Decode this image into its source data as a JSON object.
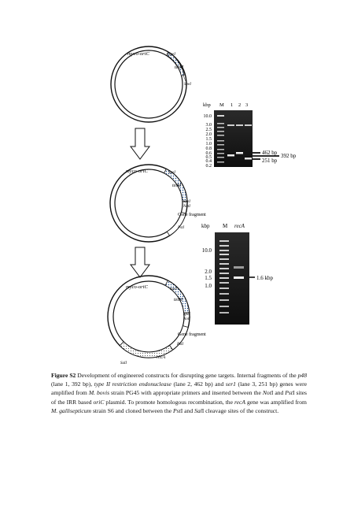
{
  "plasmids": [
    {
      "ori": "myco-oriC",
      "marker": "tetM",
      "sites": [
        "SpeI",
        "SpeI"
      ]
    },
    {
      "ori": "myco-oriC",
      "marker": "tetM",
      "sites": [
        "SpeI",
        "SpeI",
        "NotI",
        "PstI"
      ],
      "insert": "Gene fragment"
    },
    {
      "ori": "myco-oriC",
      "marker": "tetM",
      "sites": [
        "SpeI",
        "SpeI",
        "NotI",
        "PstI",
        "SalI"
      ],
      "insert": "Gene fragment",
      "second_insert": "recA"
    }
  ],
  "gel1": {
    "unit": "kbp",
    "lanes": [
      "M",
      "1",
      "2",
      "3"
    ],
    "ladder": [
      "10.0",
      "3.0",
      "2.5",
      "2.0",
      "1.5",
      "1.0",
      "0.8",
      "0.6",
      "0.5",
      "0.4",
      "0.2"
    ],
    "bands": [
      "462 bp",
      "392 bp",
      "251 bp"
    ]
  },
  "gel2": {
    "unit": "kbp",
    "lanes": [
      "M",
      "recA"
    ],
    "ladder": [
      "10.0",
      "2.0",
      "1.5",
      "1.0"
    ],
    "band": "1.6 kbp"
  },
  "caption": {
    "label": "Figure S2",
    "text_1": " Development of engineered constructs for disrupting gene targets. Internal fragments of the ",
    "gene_p48": "p48",
    "text_2": " (lane 1, 392 bp), ",
    "gene_type2": "type II restriction endonuclease",
    "text_3": " (lane 2, 462 bp) and ",
    "gene_ser1": "ser1",
    "text_4": " (lane 3, 251 bp) genes were amplified from ",
    "organism_bovis": "M. bovis",
    "text_5": " strain PG45 with appropriate primers and inserted between the ",
    "site_not": "Not",
    "text_6": "I and ",
    "site_pst": "Pst",
    "text_7": "I sites of the IRR based ",
    "plasmid_oric": "oriC",
    "text_8": " plasmid. To promote homologous recombination, the ",
    "gene_reca": "recA",
    "text_9": " gene was amplified from ",
    "organism_gallisepticum": "M. gallisepticum",
    "text_10": " strain S6 and cloned between the ",
    "site_pst2": "Pst",
    "text_11": "I and ",
    "site_sal": "Sal",
    "text_12": "I cleavage sites of the construct."
  }
}
